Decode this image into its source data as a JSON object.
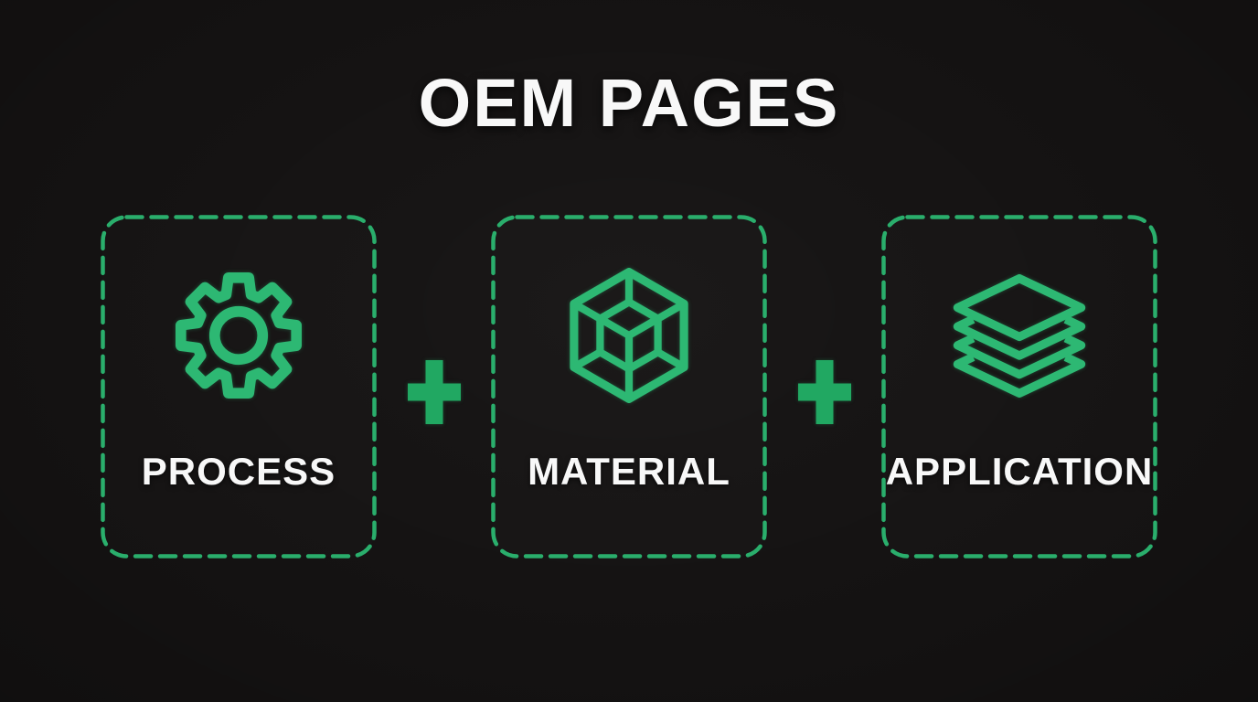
{
  "title": "OEM PAGES",
  "cards": [
    {
      "label": "PROCESS",
      "icon": "gear-icon"
    },
    {
      "label": "MATERIAL",
      "icon": "cube-icon"
    },
    {
      "label": "APPLICATION",
      "icon": "layers-icon"
    }
  ],
  "separators": {
    "symbol_1": "+",
    "symbol_2": "+"
  },
  "colors": {
    "background": "#141212",
    "accent_green": "#2db873",
    "border_green": "#2aae6c",
    "plus_green": "#21a862",
    "text_white": "#f8f8f8"
  }
}
